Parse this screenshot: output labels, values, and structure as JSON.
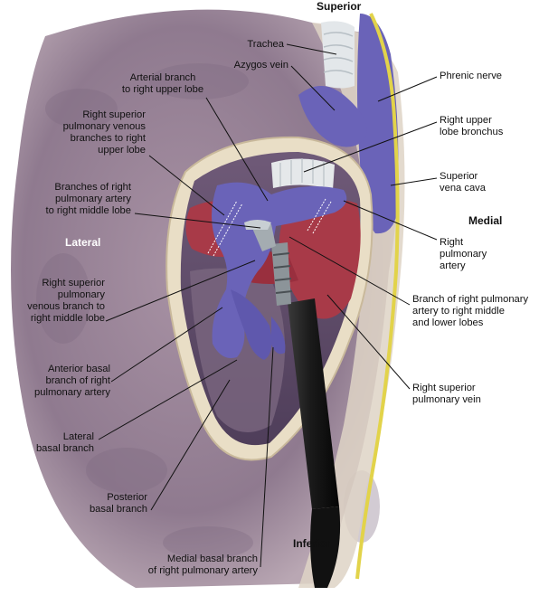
{
  "orientation": {
    "superior": "Superior",
    "inferior": "Inferior",
    "medial": "Medial",
    "lateral": "Lateral"
  },
  "labels": {
    "trachea": "Trachea",
    "azygos_vein": "Azygos vein",
    "arterial_branch_rul": [
      "Arterial branch",
      "to right upper lobe"
    ],
    "rspv_upper": [
      "Right superior",
      "pulmonary venous",
      "branches to right",
      "upper lobe"
    ],
    "rpa_middle": [
      "Branches of right",
      "pulmonary artery",
      "to right middle lobe"
    ],
    "rspv_middle": [
      "Right superior",
      "pulmonary",
      "venous branch to",
      "right middle lobe"
    ],
    "anterior_basal": [
      "Anterior basal",
      "branch of right",
      "pulmonary artery"
    ],
    "lateral_basal": [
      "Lateral",
      "basal branch"
    ],
    "posterior_basal": [
      "Posterior",
      "basal branch"
    ],
    "medial_basal": [
      "Medial basal branch",
      "of right pulmonary artery"
    ],
    "phrenic_nerve": "Phrenic nerve",
    "rul_bronchus": [
      "Right upper",
      "lobe bronchus"
    ],
    "svc": [
      "Superior",
      "vena cava"
    ],
    "rpa": [
      "Right",
      "pulmonary",
      "artery"
    ],
    "rpa_branch_ml": [
      "Branch of right pulmonary",
      "artery to right middle",
      "and lower lobes"
    ],
    "rspv": [
      "Right superior",
      "pulmonary vein"
    ]
  },
  "colors": {
    "lung": "#9a8396",
    "artery": "#a83a48",
    "vein": "#6a63b8",
    "nerve": "#e2d34a",
    "pleura": "#eadfc8",
    "instrument": "#1b1b1b"
  }
}
